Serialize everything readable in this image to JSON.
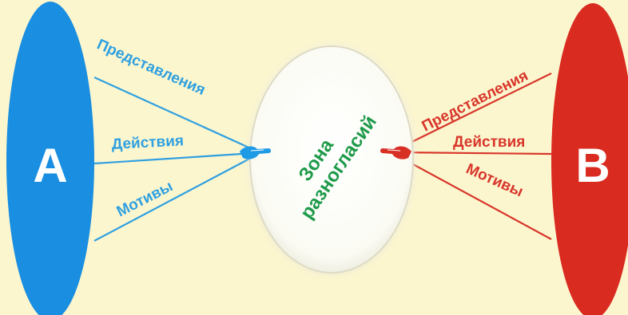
{
  "colors": {
    "background": "#fcf6cf",
    "party_a": "#1a8ee0",
    "party_b": "#d92b20",
    "zone_fill": "#ffffff",
    "zone_text": "#1f9a4a",
    "left_lines": "#2fa0e0",
    "right_lines": "#d8362a"
  },
  "party_a": {
    "label": "А",
    "links": [
      "Представления",
      "Действия",
      "Мотивы"
    ]
  },
  "party_b": {
    "label": "В",
    "links": [
      "Представления",
      "Действия",
      "Мотивы"
    ]
  },
  "zone": {
    "line1": "Зона",
    "line2": "разногласий"
  },
  "icons": {
    "left_pointer": "pointing-hand-icon",
    "right_pointer": "pointing-hand-icon"
  }
}
